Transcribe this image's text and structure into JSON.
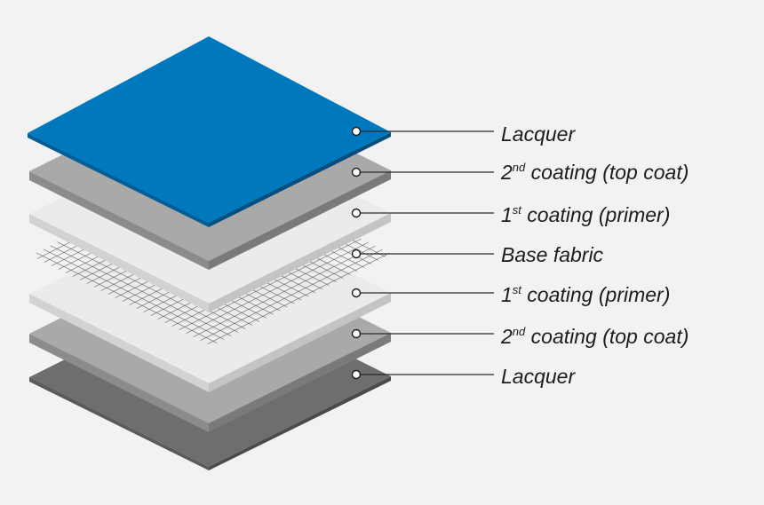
{
  "layers": [
    {
      "label": "Lacquer",
      "sup": "",
      "rest": ""
    },
    {
      "label": "2",
      "sup": "nd",
      "rest": " coating (top coat)"
    },
    {
      "label": "1",
      "sup": "st",
      "rest": " coating (primer)"
    },
    {
      "label": "Base fabric",
      "sup": "",
      "rest": ""
    },
    {
      "label": "1",
      "sup": "st",
      "rest": " coating (primer)"
    },
    {
      "label": "2",
      "sup": "nd",
      "rest": " coating (top coat)"
    },
    {
      "label": "Lacquer",
      "sup": "",
      "rest": ""
    }
  ],
  "colors": {
    "background": "#f2f2f2",
    "lacquer_top": "#0078be",
    "lacquer_bottom": "#6e6e6e",
    "topcoat": "#a9a9a9",
    "primer": "#ebebeb",
    "fabric_mesh": "#777777",
    "leader_line": "#2a2a2a"
  }
}
